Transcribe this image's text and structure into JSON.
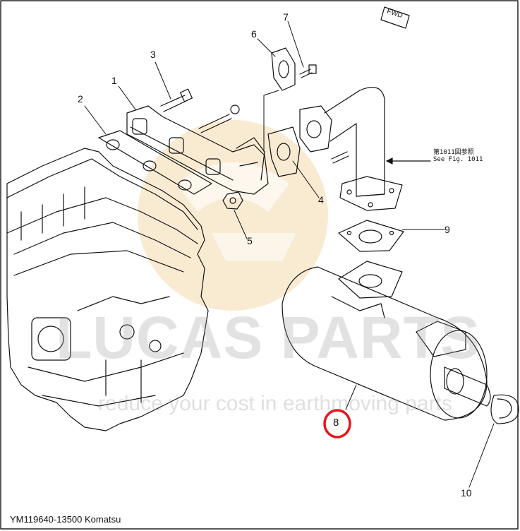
{
  "caption": "YM119640-13500 Komatsu",
  "fwd_label": "FWD",
  "reference_note": {
    "line1": "第1011図参照",
    "line2": "See Fig. 1011"
  },
  "watermark": {
    "brand": "LUCAS PARTS",
    "tagline": "reduce your cost in earthmoving parts"
  },
  "callouts": [
    {
      "id": "1",
      "text": "1"
    },
    {
      "id": "2",
      "text": "2"
    },
    {
      "id": "3",
      "text": "3"
    },
    {
      "id": "4",
      "text": "4"
    },
    {
      "id": "5",
      "text": "5"
    },
    {
      "id": "6",
      "text": "6"
    },
    {
      "id": "7",
      "text": "7"
    },
    {
      "id": "8",
      "text": "8",
      "highlighted": true
    },
    {
      "id": "9",
      "text": "9"
    },
    {
      "id": "10",
      "text": "10"
    }
  ],
  "colors": {
    "highlight": "#e8141c",
    "watermark_circle": "#f5deb8"
  }
}
